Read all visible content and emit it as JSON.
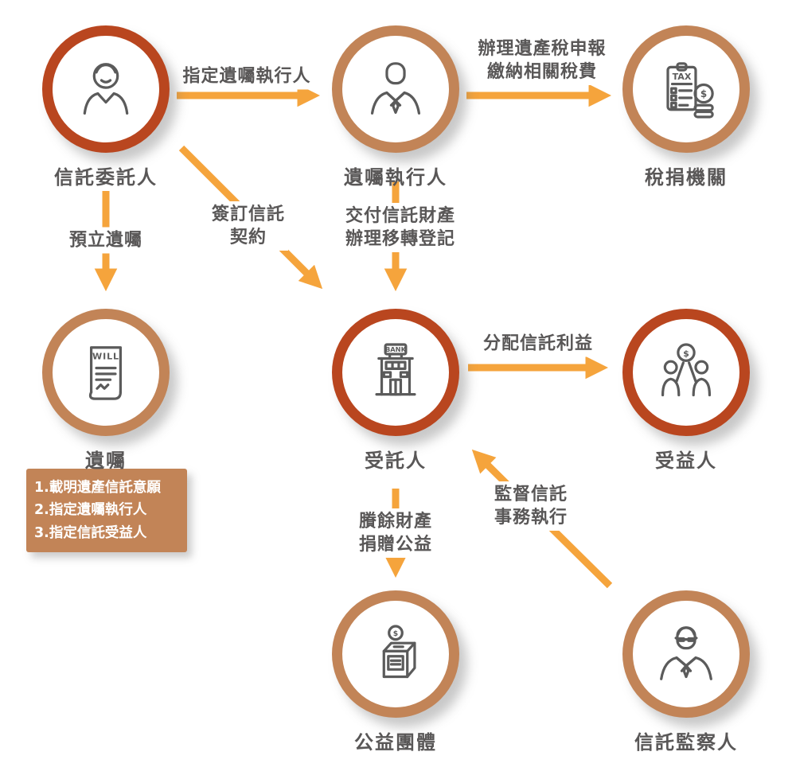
{
  "colors": {
    "background": "#ffffff",
    "ring_primary": "#b9461f",
    "ring_secondary": "#c28457",
    "arrow": "#f5a43c",
    "label": "#595757",
    "icon": "#5b5b5b",
    "note_bg": "#c28457",
    "note_text": "#ffffff"
  },
  "icons": {
    "tax_text": "TAX",
    "will_text": "WILL",
    "bank_text": "BANK",
    "dollar": "$"
  },
  "nodes": {
    "settlor": {
      "label": "信託委託人"
    },
    "executor": {
      "label": "遺囑執行人"
    },
    "tax_office": {
      "label": "稅捐機關"
    },
    "will": {
      "label": "遺囑"
    },
    "trustee": {
      "label": "受託人"
    },
    "beneficiary": {
      "label": "受益人"
    },
    "charity": {
      "label": "公益團體"
    },
    "supervisor": {
      "label": "信託監察人"
    }
  },
  "edges": {
    "appoint_executor": {
      "lines": [
        "指定遺囑執行人"
      ]
    },
    "pay_tax": {
      "lines": [
        "辦理遺產稅申報",
        "繳納相關稅費"
      ]
    },
    "make_will": {
      "lines": [
        "預立遺囑"
      ]
    },
    "sign_trust_contract": {
      "lines": [
        "簽訂信託",
        "契約"
      ]
    },
    "deliver_trust_property": {
      "lines": [
        "交付信託財產",
        "辦理移轉登記"
      ]
    },
    "distribute_benefits": {
      "lines": [
        "分配信託利益"
      ]
    },
    "charity_donation": {
      "lines": [
        "賸餘財產",
        "捐贈公益"
      ]
    },
    "supervise_trust": {
      "lines": [
        "監督信託",
        "事務執行"
      ]
    }
  },
  "note_box": {
    "lines": [
      "1.載明遺產信託意願",
      "2.指定遺囑執行人",
      "3.指定信託受益人"
    ]
  }
}
